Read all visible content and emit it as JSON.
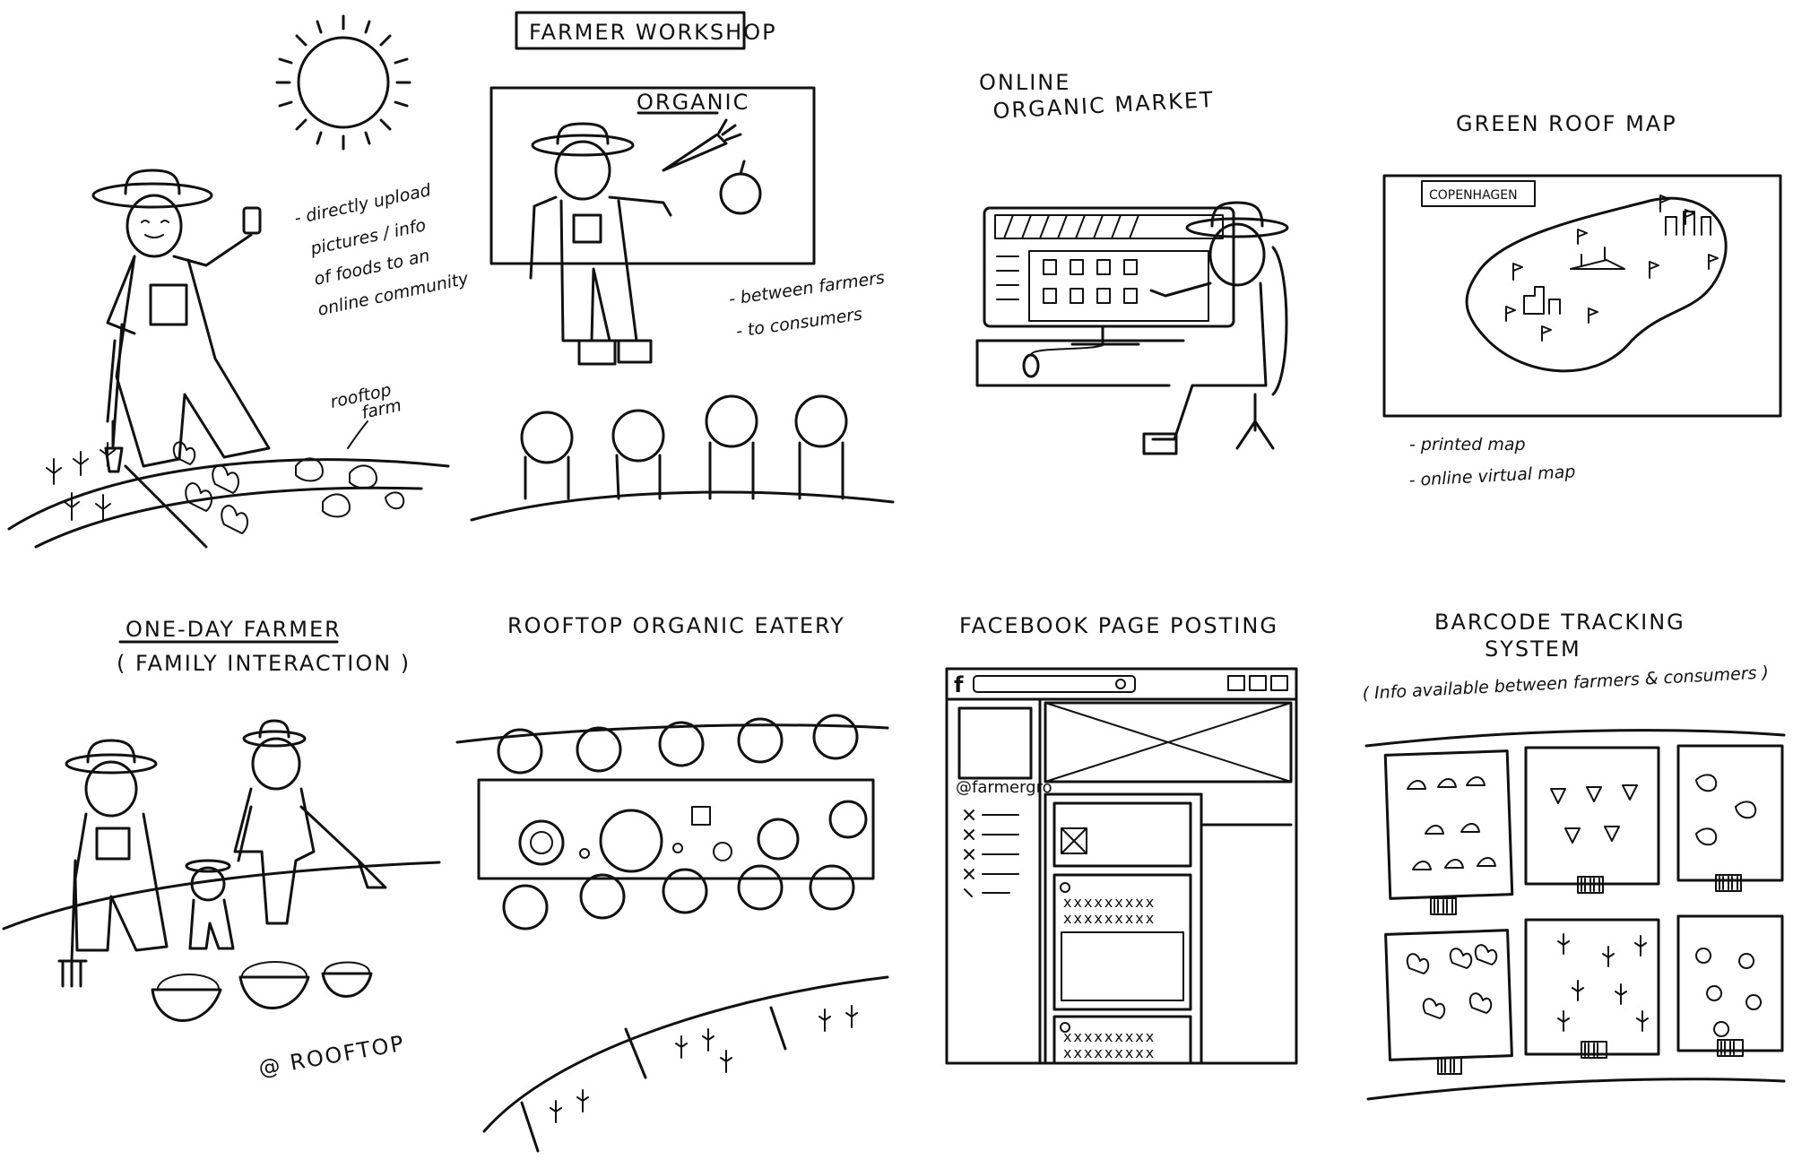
{
  "panels": {
    "rooftop_farm": {
      "notes": [
        "- directly upload",
        "pictures / info",
        "of foods to an",
        "online community"
      ],
      "label": [
        "rooftop",
        "farm"
      ]
    },
    "workshop": {
      "title": "FARMER WORKSHOP",
      "board_label": "ORGANIC",
      "notes": [
        "- between farmers",
        "- to consumers"
      ]
    },
    "market": {
      "title": [
        "ONLINE",
        "ORGANIC MARKET"
      ]
    },
    "roof_map": {
      "title": "GREEN ROOF MAP",
      "city": "COPENHAGEN",
      "notes": [
        "- printed map",
        "- online virtual map"
      ]
    },
    "one_day": {
      "title": "ONE-DAY FARMER",
      "subtitle": "( FAMILY INTERACTION )",
      "caption": "@ ROOFTOP"
    },
    "eatery": {
      "title": "ROOFTOP ORGANIC EATERY"
    },
    "facebook": {
      "title": "FACEBOOK PAGE POSTING",
      "logo": "f",
      "handle": "@farmergro",
      "post_text": [
        "xxxxxxxxx",
        "xxxxxxxxx",
        "xxxxxxxxx",
        "xxxxxxxxx"
      ]
    },
    "barcode": {
      "title": [
        "BARCODE TRACKING",
        "SYSTEM"
      ],
      "subtitle": "( Info available between farmers & consumers )"
    }
  }
}
